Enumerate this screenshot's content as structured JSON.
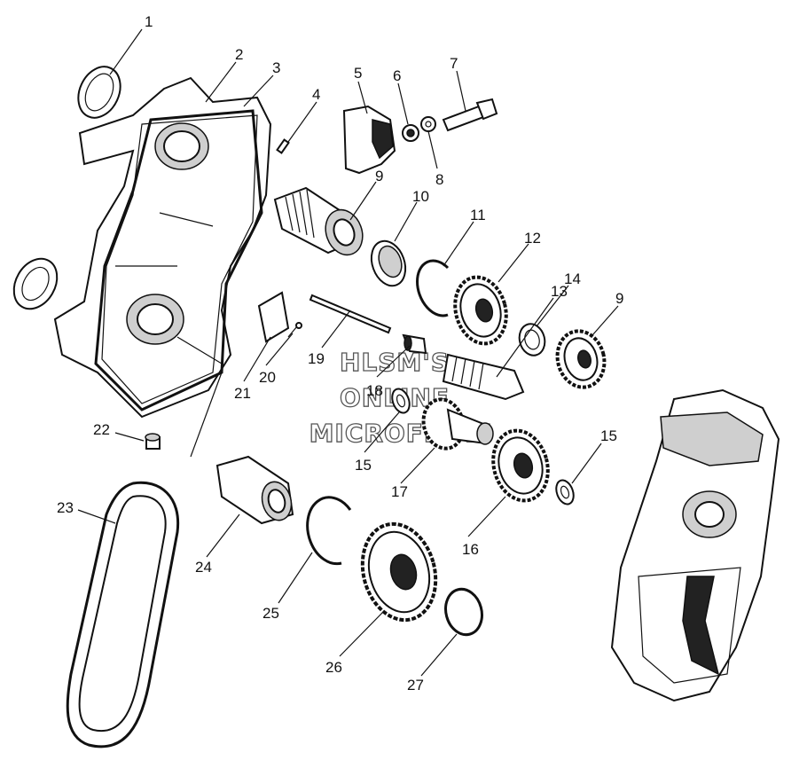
{
  "callouts": [
    "1",
    "2",
    "3",
    "4",
    "5",
    "6",
    "7",
    "8",
    "9",
    "10",
    "11",
    "12",
    "13",
    "14",
    "9",
    "15",
    "16",
    "17",
    "18",
    "19",
    "20",
    "21",
    "22",
    "23",
    "24",
    "25",
    "26",
    "27",
    "15"
  ],
  "watermark": {
    "line1": "HLSM'S",
    "line2": "ONLINE",
    "line3": "MICROFICHE"
  }
}
